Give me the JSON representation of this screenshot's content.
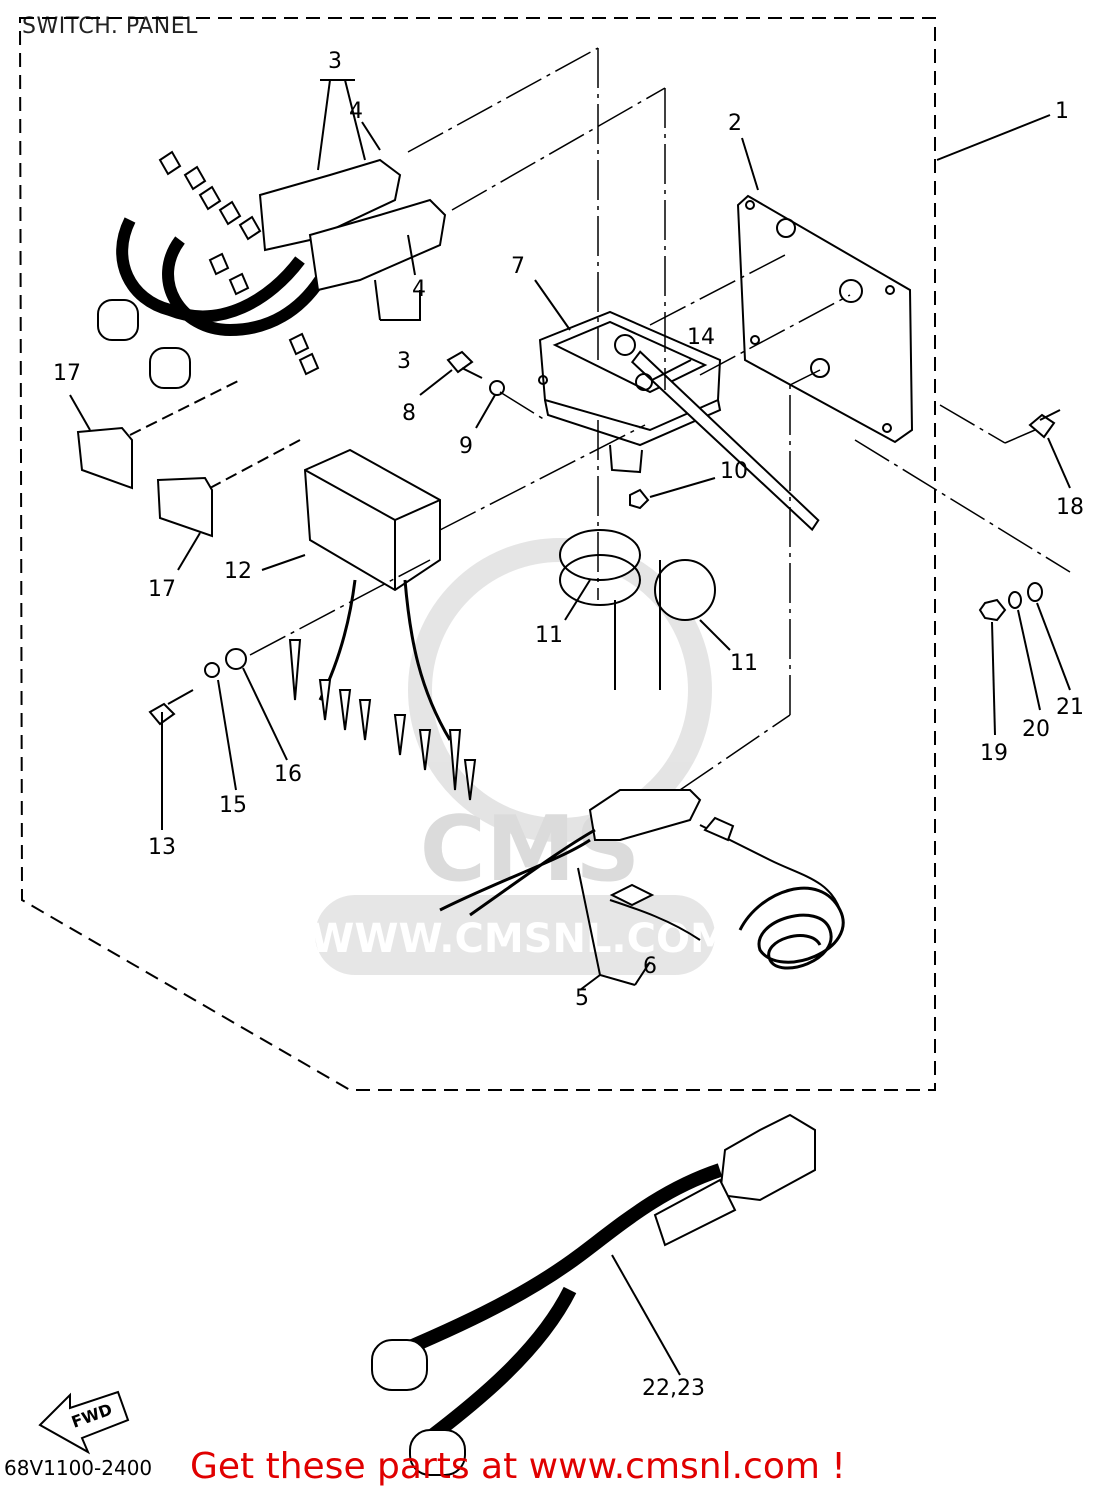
{
  "title": "SWITCH. PANEL",
  "watermark": {
    "site": "WWW.CMSNL.COM",
    "logo": "CMS"
  },
  "callouts": [
    {
      "id": "c1",
      "text": "1"
    },
    {
      "id": "c2",
      "text": "2"
    },
    {
      "id": "c3a",
      "text": "3"
    },
    {
      "id": "c4a",
      "text": "4"
    },
    {
      "id": "c4b",
      "text": "4"
    },
    {
      "id": "c3b",
      "text": "3"
    },
    {
      "id": "c5",
      "text": "5"
    },
    {
      "id": "c6",
      "text": "6"
    },
    {
      "id": "c7",
      "text": "7"
    },
    {
      "id": "c8",
      "text": "8"
    },
    {
      "id": "c9",
      "text": "9"
    },
    {
      "id": "c10",
      "text": "10"
    },
    {
      "id": "c11a",
      "text": "11"
    },
    {
      "id": "c11b",
      "text": "11"
    },
    {
      "id": "c12",
      "text": "12"
    },
    {
      "id": "c13",
      "text": "13"
    },
    {
      "id": "c14",
      "text": "14"
    },
    {
      "id": "c15",
      "text": "15"
    },
    {
      "id": "c16",
      "text": "16"
    },
    {
      "id": "c17a",
      "text": "17"
    },
    {
      "id": "c17b",
      "text": "17"
    },
    {
      "id": "c18",
      "text": "18"
    },
    {
      "id": "c19",
      "text": "19"
    },
    {
      "id": "c20",
      "text": "20"
    },
    {
      "id": "c21",
      "text": "21"
    },
    {
      "id": "c22",
      "text": "22,23"
    }
  ],
  "fwd_label": "FWD",
  "diagram_code": "68V1100-2400",
  "promo_text": "Get these parts at www.cmsnl.com !",
  "colors": {
    "promo": "#e00000",
    "line": "#000000",
    "watermark": "#d8d8d8"
  }
}
